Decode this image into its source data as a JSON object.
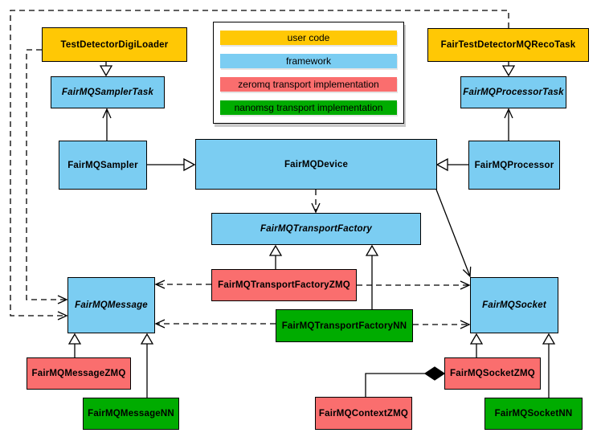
{
  "colors": {
    "user_code": "#FFC805",
    "framework": "#7BCDF2",
    "zeromq": "#FA6E6E",
    "nanomsg": "#00AC00",
    "line": "#000000",
    "background": "#FFFFFF"
  },
  "legend": {
    "items": [
      {
        "kind": "user_code",
        "label": "user code"
      },
      {
        "kind": "framework",
        "label": "framework"
      },
      {
        "kind": "zeromq",
        "label": "zeromq transport implementation"
      },
      {
        "kind": "nanomsg",
        "label": "nanomsg transport implementation"
      }
    ]
  },
  "nodes": [
    {
      "id": "TestDetectorDigiLoader",
      "label": "TestDetectorDigiLoader",
      "kind": "user_code",
      "abstract": false
    },
    {
      "id": "FairTestDetectorMQRecoTask",
      "label": "FairTestDetectorMQRecoTask",
      "kind": "user_code",
      "abstract": false
    },
    {
      "id": "FairMQSamplerTask",
      "label": "FairMQSamplerTask",
      "kind": "framework",
      "abstract": true
    },
    {
      "id": "FairMQProcessorTask",
      "label": "FairMQProcessorTask",
      "kind": "framework",
      "abstract": true
    },
    {
      "id": "FairMQSampler",
      "label": "FairMQSampler",
      "kind": "framework",
      "abstract": false
    },
    {
      "id": "FairMQDevice",
      "label": "FairMQDevice",
      "kind": "framework",
      "abstract": false
    },
    {
      "id": "FairMQProcessor",
      "label": "FairMQProcessor",
      "kind": "framework",
      "abstract": false
    },
    {
      "id": "FairMQTransportFactory",
      "label": "FairMQTransportFactory",
      "kind": "framework",
      "abstract": true
    },
    {
      "id": "FairMQMessage",
      "label": "FairMQMessage",
      "kind": "framework",
      "abstract": true
    },
    {
      "id": "FairMQSocket",
      "label": "FairMQSocket",
      "kind": "framework",
      "abstract": true
    },
    {
      "id": "FairMQTransportFactoryZMQ",
      "label": "FairMQTransportFactoryZMQ",
      "kind": "zeromq",
      "abstract": false
    },
    {
      "id": "FairMQTransportFactoryNN",
      "label": "FairMQTransportFactoryNN",
      "kind": "nanomsg",
      "abstract": false
    },
    {
      "id": "FairMQMessageZMQ",
      "label": "FairMQMessageZMQ",
      "kind": "zeromq",
      "abstract": false
    },
    {
      "id": "FairMQMessageNN",
      "label": "FairMQMessageNN",
      "kind": "nanomsg",
      "abstract": false
    },
    {
      "id": "FairMQSocketZMQ",
      "label": "FairMQSocketZMQ",
      "kind": "zeromq",
      "abstract": false
    },
    {
      "id": "FairMQSocketNN",
      "label": "FairMQSocketNN",
      "kind": "nanomsg",
      "abstract": false
    },
    {
      "id": "FairMQContextZMQ",
      "label": "FairMQContextZMQ",
      "kind": "zeromq",
      "abstract": false
    }
  ],
  "edges": [
    {
      "id": "e1",
      "type": "inheritance",
      "from": "TestDetectorDigiLoader",
      "to": "FairMQSamplerTask"
    },
    {
      "id": "e2",
      "type": "inheritance",
      "from": "FairTestDetectorMQRecoTask",
      "to": "FairMQProcessorTask"
    },
    {
      "id": "e3",
      "type": "inheritance",
      "from": "FairMQSampler",
      "to": "FairMQDevice"
    },
    {
      "id": "e4",
      "type": "inheritance",
      "from": "FairMQProcessor",
      "to": "FairMQDevice"
    },
    {
      "id": "e5",
      "type": "inheritance",
      "from": "FairMQTransportFactoryZMQ",
      "to": "FairMQTransportFactory"
    },
    {
      "id": "e6",
      "type": "inheritance",
      "from": "FairMQTransportFactoryNN",
      "to": "FairMQTransportFactory"
    },
    {
      "id": "e7",
      "type": "inheritance",
      "from": "FairMQMessageZMQ",
      "to": "FairMQMessage"
    },
    {
      "id": "e8",
      "type": "inheritance",
      "from": "FairMQMessageNN",
      "to": "FairMQMessage"
    },
    {
      "id": "e9",
      "type": "inheritance",
      "from": "FairMQSocketZMQ",
      "to": "FairMQSocket"
    },
    {
      "id": "e10",
      "type": "inheritance",
      "from": "FairMQSocketNN",
      "to": "FairMQSocket"
    },
    {
      "id": "e11",
      "type": "association",
      "from": "FairMQSampler",
      "to": "FairMQSamplerTask"
    },
    {
      "id": "e12",
      "type": "association",
      "from": "FairMQProcessor",
      "to": "FairMQProcessorTask"
    },
    {
      "id": "e13",
      "type": "association",
      "from": "FairMQDevice",
      "to": "FairMQSocket"
    },
    {
      "id": "e14",
      "type": "dependency",
      "from": "FairMQDevice",
      "to": "FairMQTransportFactory"
    },
    {
      "id": "e15",
      "type": "dependency",
      "from": "TestDetectorDigiLoader",
      "to": "FairMQMessage"
    },
    {
      "id": "e16",
      "type": "dependency",
      "from": "FairTestDetectorMQRecoTask",
      "to": "FairMQMessage"
    },
    {
      "id": "e17",
      "type": "dependency",
      "from": "FairMQTransportFactoryZMQ",
      "to": "FairMQMessage"
    },
    {
      "id": "e18",
      "type": "dependency",
      "from": "FairMQTransportFactoryNN",
      "to": "FairMQMessage"
    },
    {
      "id": "e19",
      "type": "dependency",
      "from": "FairMQTransportFactoryZMQ",
      "to": "FairMQSocket"
    },
    {
      "id": "e20",
      "type": "dependency",
      "from": "FairMQTransportFactoryNN",
      "to": "FairMQSocket"
    },
    {
      "id": "e21",
      "type": "composition",
      "from": "FairMQSocketZMQ",
      "to": "FairMQContextZMQ"
    }
  ]
}
